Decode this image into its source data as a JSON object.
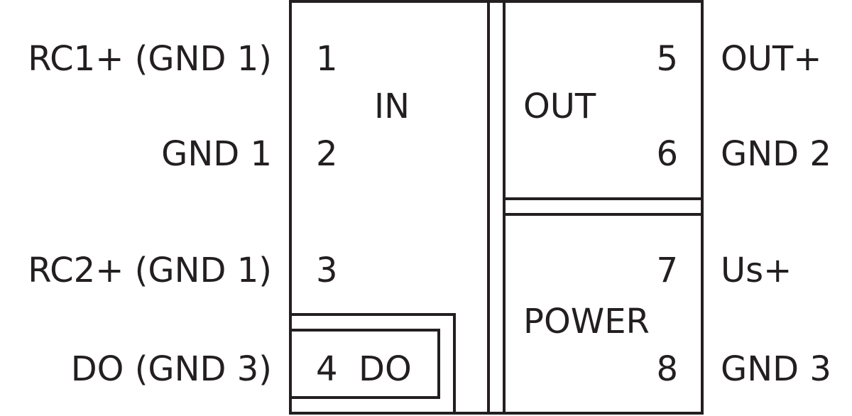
{
  "left_labels": {
    "pin1": "RC1+ (GND 1)",
    "pin2": "GND 1",
    "pin3": "RC2+ (GND 1)",
    "pin4": "DO (GND 3)"
  },
  "right_labels": {
    "pin5": "OUT+",
    "pin6": "GND 2",
    "pin7": "Us+",
    "pin8": "GND 3"
  },
  "pins": {
    "p1": "1",
    "p2": "2",
    "p3": "3",
    "p4": "4",
    "p5": "5",
    "p6": "6",
    "p7": "7",
    "p8": "8"
  },
  "blocks": {
    "in": "IN",
    "out": "OUT",
    "power": "POWER",
    "do": "DO"
  },
  "colors": {
    "line": "#231f20",
    "background": "#ffffff"
  }
}
